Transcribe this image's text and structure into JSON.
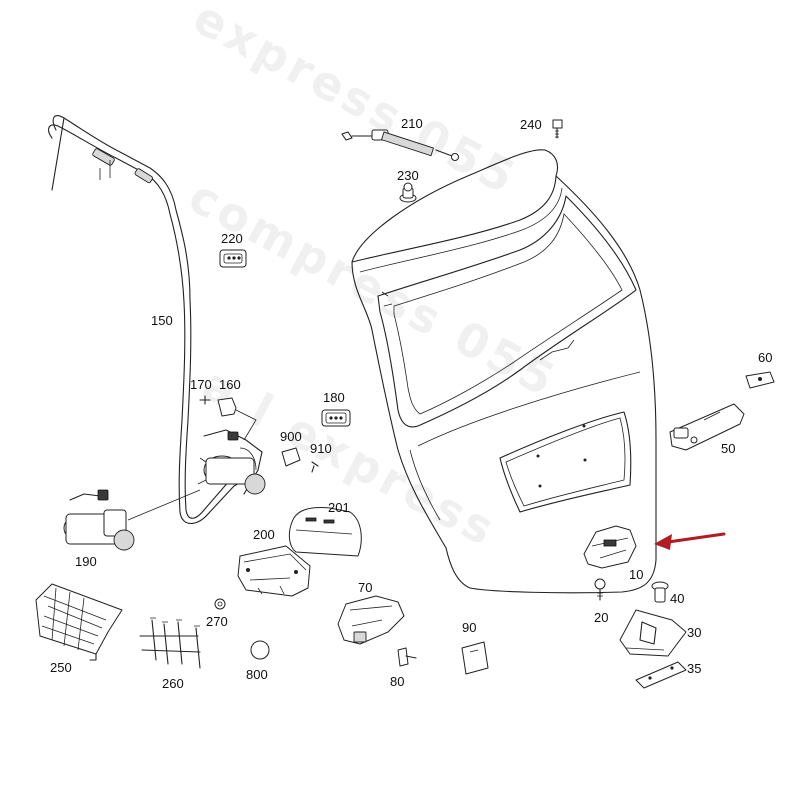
{
  "labels": {
    "p10": "10",
    "p20": "20",
    "p30": "30",
    "p35": "35",
    "p40": "40",
    "p50": "50",
    "p60": "60",
    "p70": "70",
    "p80": "80",
    "p90": "90",
    "p150": "150",
    "p160": "160",
    "p170": "170",
    "p180": "180",
    "p190": "190",
    "p200": "200",
    "p201": "201",
    "p210": "210",
    "p220": "220",
    "p230": "230",
    "p240": "240",
    "p250": "250",
    "p260": "260",
    "p270": "270",
    "p800": "800",
    "p900": "900",
    "p910": "910"
  },
  "watermark": {
    "line1": "express 055",
    "line2": "compress 055",
    "line3": "a l express"
  },
  "colors": {
    "arrow": "#b01c22",
    "lines": "#222222",
    "watermark": "#f0f0f0"
  }
}
